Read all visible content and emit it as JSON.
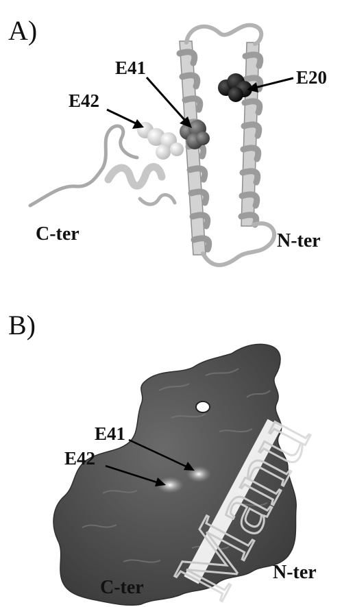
{
  "panel_a": {
    "letter": "A)",
    "residues": {
      "e41": "E41",
      "e42": "E42",
      "e20": "E20"
    },
    "c_term": "C-ter",
    "n_term": "N-ter"
  },
  "panel_b": {
    "letter": "B)",
    "residues": {
      "e41": "E41",
      "e42": "E42"
    },
    "c_term": "C-ter",
    "n_term": "N-ter"
  },
  "watermark": "Manu",
  "colors": {
    "ribbon": "#c9c9c9",
    "ribbon_edge": "#8c8c8c",
    "surface": "#4a4a4a",
    "e42_sphere": "#e6e6e6",
    "e41_sphere": "#6e6e6e",
    "e20_sphere": "#1e1e1e"
  }
}
